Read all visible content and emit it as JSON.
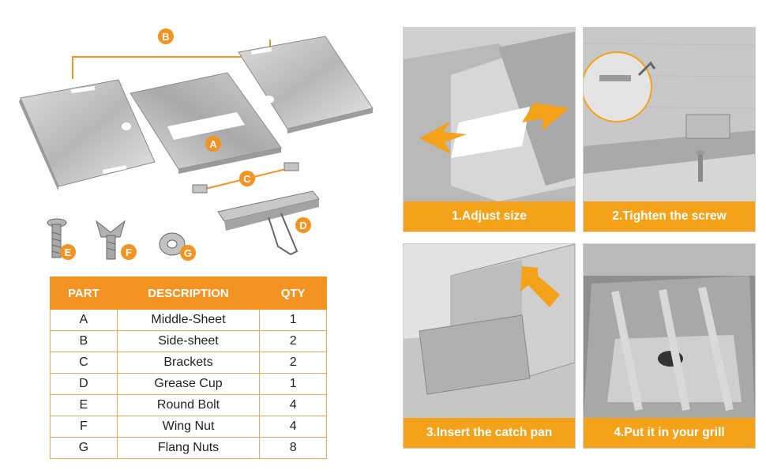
{
  "diagram": {
    "labels": {
      "a": "A",
      "b": "B",
      "c": "C",
      "d": "D",
      "e": "E",
      "f": "F",
      "g": "G"
    },
    "accent_color": "#f39322",
    "hardware_icons": [
      "round-bolt-icon",
      "wing-nut-icon",
      "flang-nut-icon"
    ]
  },
  "table": {
    "headers": {
      "part": "PART",
      "description": "DESCRIPTION",
      "qty": "QTY"
    },
    "rows": [
      {
        "part": "A",
        "description": "Middle-Sheet",
        "qty": "1"
      },
      {
        "part": "B",
        "description": "Side-sheet",
        "qty": "2"
      },
      {
        "part": "C",
        "description": "Brackets",
        "qty": "2"
      },
      {
        "part": "D",
        "description": "Grease Cup",
        "qty": "1"
      },
      {
        "part": "E",
        "description": "Round Bolt",
        "qty": "4"
      },
      {
        "part": "F",
        "description": "Wing Nut",
        "qty": "4"
      },
      {
        "part": "G",
        "description": "Flang Nuts",
        "qty": "8"
      }
    ]
  },
  "steps": [
    {
      "caption": "1.Adjust size"
    },
    {
      "caption": "2.Tighten the screw"
    },
    {
      "caption": "3.Insert the catch pan"
    },
    {
      "caption": "4.Put it in your grill"
    }
  ]
}
